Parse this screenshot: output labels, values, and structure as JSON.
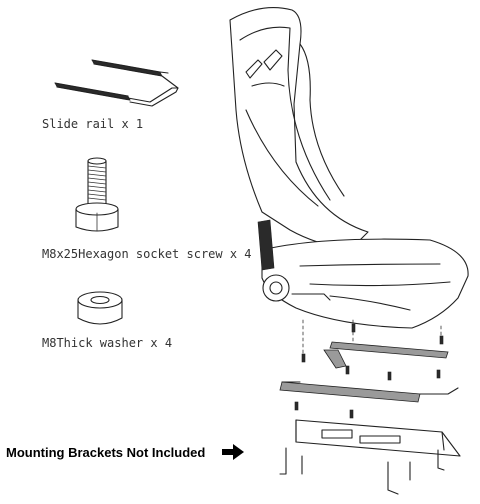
{
  "parts": {
    "slide_rail": {
      "label": "Slide rail x 1"
    },
    "hex_screw": {
      "label": "M8x25Hexagon socket screw x 4"
    },
    "washer": {
      "label": "M8Thick washer x 4"
    }
  },
  "note": {
    "label": "Mounting Brackets Not Included"
  },
  "icons": {
    "arrow": "right-arrow-icon"
  },
  "colors": {
    "ink": "#222222",
    "background": "#ffffff"
  }
}
